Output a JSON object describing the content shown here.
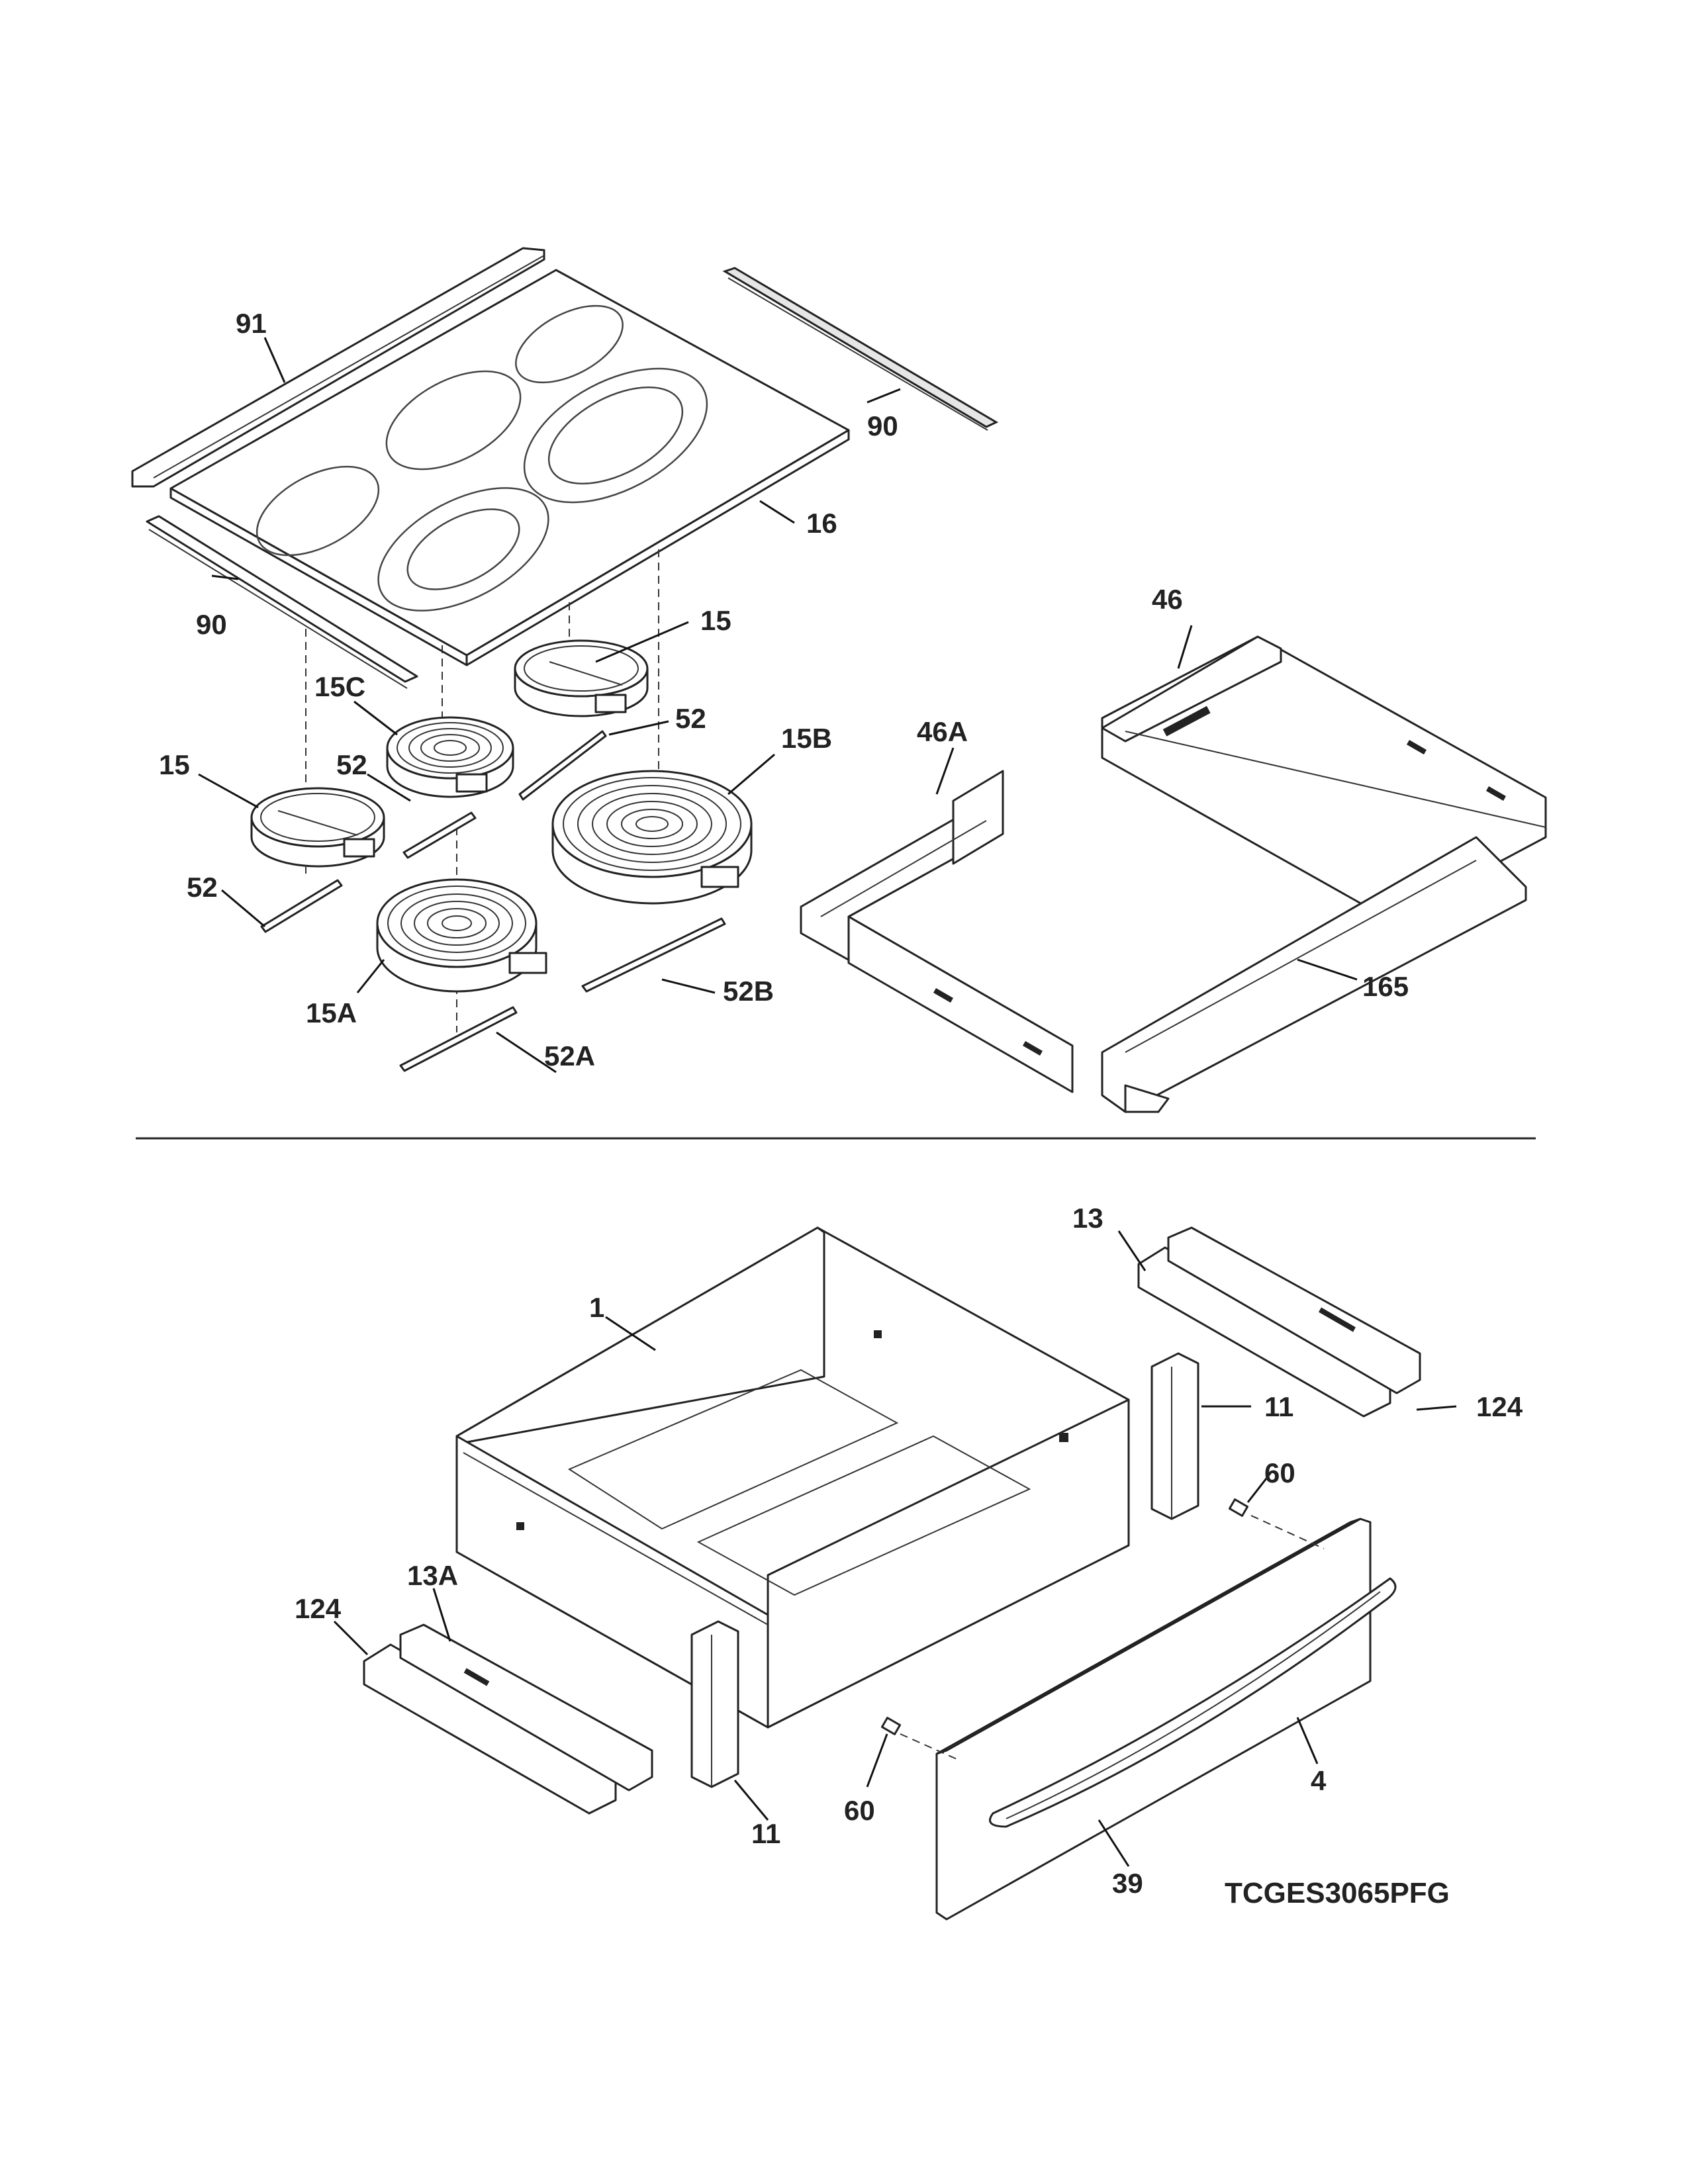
{
  "model_number": "TCGES3065PFG",
  "callouts": {
    "c91": "91",
    "c90_top": "90",
    "c16": "16",
    "c90_bottom": "90",
    "c15_right": "15",
    "c15C": "15C",
    "c52_a": "52",
    "c15B": "15B",
    "c15_left": "15",
    "c52_b": "52",
    "c46": "46",
    "c46A": "46A",
    "c52_c": "52",
    "c15A": "15A",
    "c52B": "52B",
    "c165": "165",
    "c52A": "52A",
    "c13": "13",
    "c1": "1",
    "c11_right": "11",
    "c124_right": "124",
    "c60_right": "60",
    "c13A": "13A",
    "c124_left": "124",
    "c4": "4",
    "c60_left": "60",
    "c11_left": "11",
    "c39": "39"
  }
}
